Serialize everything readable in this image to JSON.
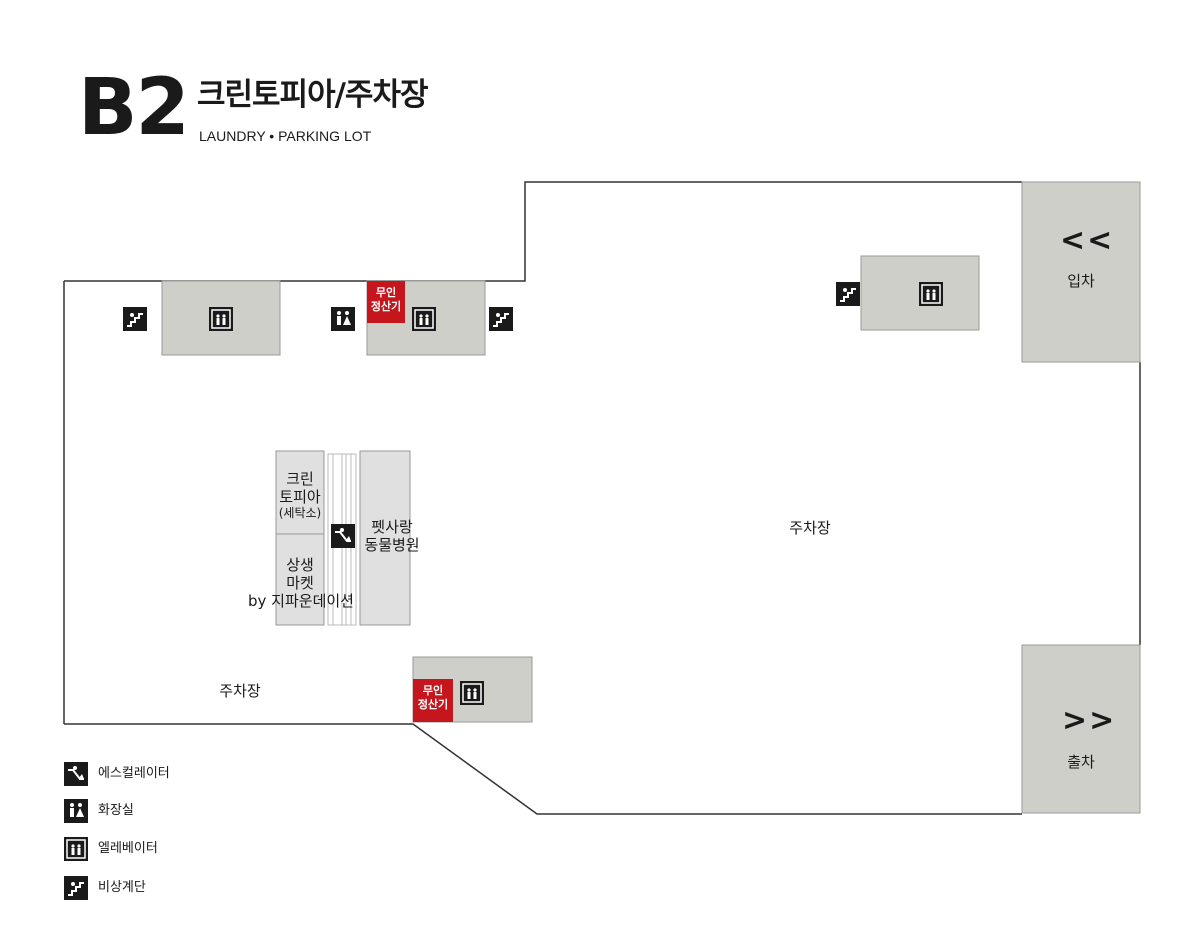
{
  "header": {
    "floor": "B2",
    "title": "크린토피아/주차장",
    "subtitle": "LAUNDRY • PARKING LOT"
  },
  "map": {
    "stores": {
      "cleantopia_line1": "크린",
      "cleantopia_line2": "토피아",
      "cleantopia_line3": "(세탁소)",
      "market_line1": "상생",
      "market_line2": "마켓",
      "market_line3": "by 지파운데이션",
      "animal_line1": "펫사랑",
      "animal_line2": "동물병원"
    },
    "parking_main": "주차장",
    "parking_left": "주차장",
    "pay_station_top": {
      "line1": "무인",
      "line2": "정산기"
    },
    "pay_station_bottom": {
      "line1": "무인",
      "line2": "정산기"
    },
    "entrance": {
      "arrow": "<<",
      "label": "입차"
    },
    "exit": {
      "arrow": ">>",
      "label": "출차"
    }
  },
  "legend": {
    "escalator": "에스컬레이터",
    "restroom": "화장실",
    "elevator": "엘레베이터",
    "stairs": "비상계단"
  },
  "colors": {
    "block": "#cfcfc9",
    "store": "#e0e0e0",
    "pay": "#c4161c",
    "icon": "#1a1a1a"
  },
  "icons": [
    "escalator-icon",
    "restroom-icon",
    "elevator-icon",
    "stairs-icon"
  ]
}
